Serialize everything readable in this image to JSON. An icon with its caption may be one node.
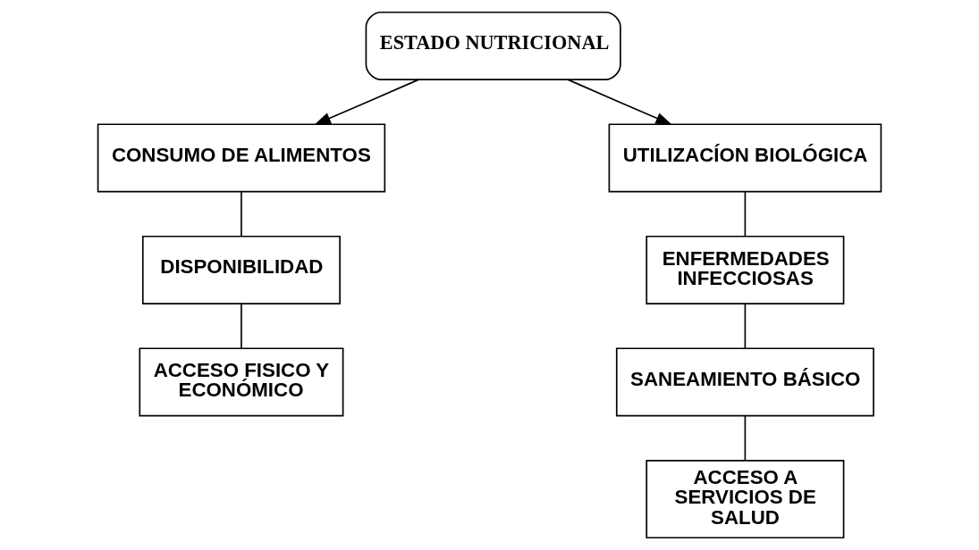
{
  "diagram": {
    "nodes": [
      {
        "text": [
          "ESTADO NUTRICIONAL"
        ]
      },
      {
        "text": [
          "CONSUMO DE ALIMENTOS"
        ]
      },
      {
        "text": [
          "UTILIZACÍON BIOLÓGICA"
        ]
      },
      {
        "text": [
          "DISPONIBILIDAD"
        ]
      },
      {
        "text": [
          "ACCESO FISICO Y ECONÓMICO"
        ]
      },
      {
        "text": [
          "ENFERMEDADES INFECCIOSAS"
        ]
      },
      {
        "text": [
          "SANEAMIENTO BÁSICO"
        ]
      },
      {
        "text": [
          "ACCESO A SERVICIOS DE SALUD"
        ]
      }
    ],
    "edges": [
      {
        "from": 0,
        "to": 1,
        "arrow": "to"
      },
      {
        "from": 0,
        "to": 2,
        "arrow": "to"
      },
      {
        "from": 1,
        "to": 3,
        "arrow": "none"
      },
      {
        "from": 3,
        "to": 4,
        "arrow": "none"
      },
      {
        "from": 2,
        "to": 5,
        "arrow": "none"
      },
      {
        "from": 5,
        "to": 6,
        "arrow": "none"
      },
      {
        "from": 6,
        "to": 7,
        "arrow": "none"
      }
    ]
  }
}
